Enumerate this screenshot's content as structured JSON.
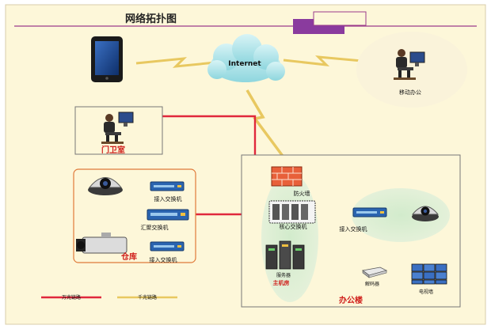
{
  "title": "网络拓扑图",
  "labels": {
    "internet": "Internet",
    "mobile_office": "移动办公",
    "guard_room": "门卫室",
    "firewall": "防火墙",
    "core_switch": "核心交换机",
    "access_switch_top": "接入交换机",
    "aggregation_switch": "汇聚交换机",
    "access_switch_bottom": "接入交换机",
    "warehouse": "仓库",
    "access_switch_office": "接入交换机",
    "server_caption": "服务器",
    "server_room": "主机房",
    "decoder": "解码器",
    "tv_wall": "电视墙",
    "office_building": "办公楼",
    "legend_fiber": "万兆链路",
    "legend_gigabit": "千兆链路"
  },
  "colors": {
    "background": "#fdf7d9",
    "header_line": "#9c3b8a",
    "header_block_purple": "#8a3b9e",
    "fiber_link": "#e0283c",
    "gigabit_link": "#e8c860",
    "cloud": "#a8e4ea",
    "zone_green": "#d6ecd0",
    "red_text": "#d0201c"
  },
  "icons": [
    "tablet-icon",
    "cloud-icon",
    "user-workstation-icon",
    "dome-camera-icon",
    "box-camera-icon",
    "switch-icon",
    "firewall-icon",
    "core-switch-icon",
    "server-icon",
    "decoder-icon",
    "tv-wall-icon"
  ]
}
